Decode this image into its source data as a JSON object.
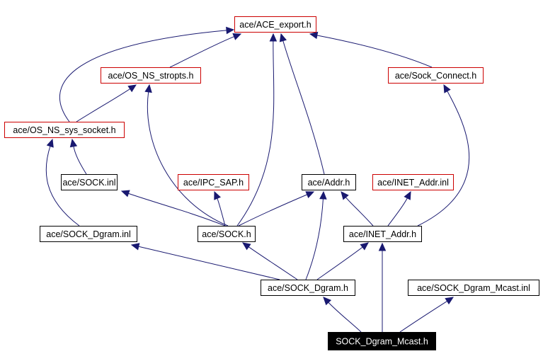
{
  "colors": {
    "edge": "#191970",
    "external_border": "#cc0000",
    "internal_border": "#000000",
    "root_fill": "#000000",
    "root_text": "#ffffff",
    "node_fill": "#ffffff",
    "node_text": "#000000"
  },
  "nodes": [
    {
      "id": "ace_export",
      "label": "ace/ACE_export.h",
      "style": "external"
    },
    {
      "id": "os_ns_stropts",
      "label": "ace/OS_NS_stropts.h",
      "style": "external"
    },
    {
      "id": "sock_connect",
      "label": "ace/Sock_Connect.h",
      "style": "external"
    },
    {
      "id": "os_ns_sys_socket",
      "label": "ace/OS_NS_sys_socket.h",
      "style": "external"
    },
    {
      "id": "sock_inl",
      "label": "ace/SOCK.inl",
      "style": "normal"
    },
    {
      "id": "ipc_sap",
      "label": "ace/IPC_SAP.h",
      "style": "external"
    },
    {
      "id": "addr",
      "label": "ace/Addr.h",
      "style": "normal"
    },
    {
      "id": "inet_addr_inl",
      "label": "ace/INET_Addr.inl",
      "style": "external"
    },
    {
      "id": "sock_dgram_inl",
      "label": "ace/SOCK_Dgram.inl",
      "style": "normal"
    },
    {
      "id": "sock_h",
      "label": "ace/SOCK.h",
      "style": "normal"
    },
    {
      "id": "inet_addr_h",
      "label": "ace/INET_Addr.h",
      "style": "normal"
    },
    {
      "id": "sock_dgram_h",
      "label": "ace/SOCK_Dgram.h",
      "style": "normal"
    },
    {
      "id": "sock_dgram_mcast_inl",
      "label": "ace/SOCK_Dgram_Mcast.inl",
      "style": "normal"
    },
    {
      "id": "root",
      "label": "SOCK_Dgram_Mcast.h",
      "style": "root"
    }
  ],
  "edges": [
    {
      "from": "os_ns_stropts",
      "to": "ace_export"
    },
    {
      "from": "os_ns_sys_socket",
      "to": "ace_export"
    },
    {
      "from": "sock_connect",
      "to": "ace_export"
    },
    {
      "from": "sock_h",
      "to": "ace_export"
    },
    {
      "from": "addr",
      "to": "ace_export"
    },
    {
      "from": "os_ns_sys_socket",
      "to": "os_ns_stropts"
    },
    {
      "from": "sock_h",
      "to": "os_ns_stropts"
    },
    {
      "from": "inet_addr_h",
      "to": "sock_connect"
    },
    {
      "from": "sock_inl",
      "to": "os_ns_sys_socket"
    },
    {
      "from": "sock_dgram_inl",
      "to": "os_ns_sys_socket"
    },
    {
      "from": "sock_h",
      "to": "sock_inl"
    },
    {
      "from": "sock_h",
      "to": "ipc_sap"
    },
    {
      "from": "sock_h",
      "to": "addr"
    },
    {
      "from": "inet_addr_h",
      "to": "addr"
    },
    {
      "from": "sock_dgram_h",
      "to": "addr"
    },
    {
      "from": "inet_addr_h",
      "to": "inet_addr_inl"
    },
    {
      "from": "sock_dgram_h",
      "to": "sock_dgram_inl"
    },
    {
      "from": "sock_dgram_h",
      "to": "sock_h"
    },
    {
      "from": "sock_dgram_h",
      "to": "inet_addr_h"
    },
    {
      "from": "root",
      "to": "sock_dgram_h"
    },
    {
      "from": "root",
      "to": "inet_addr_h"
    },
    {
      "from": "root",
      "to": "sock_dgram_mcast_inl"
    }
  ]
}
